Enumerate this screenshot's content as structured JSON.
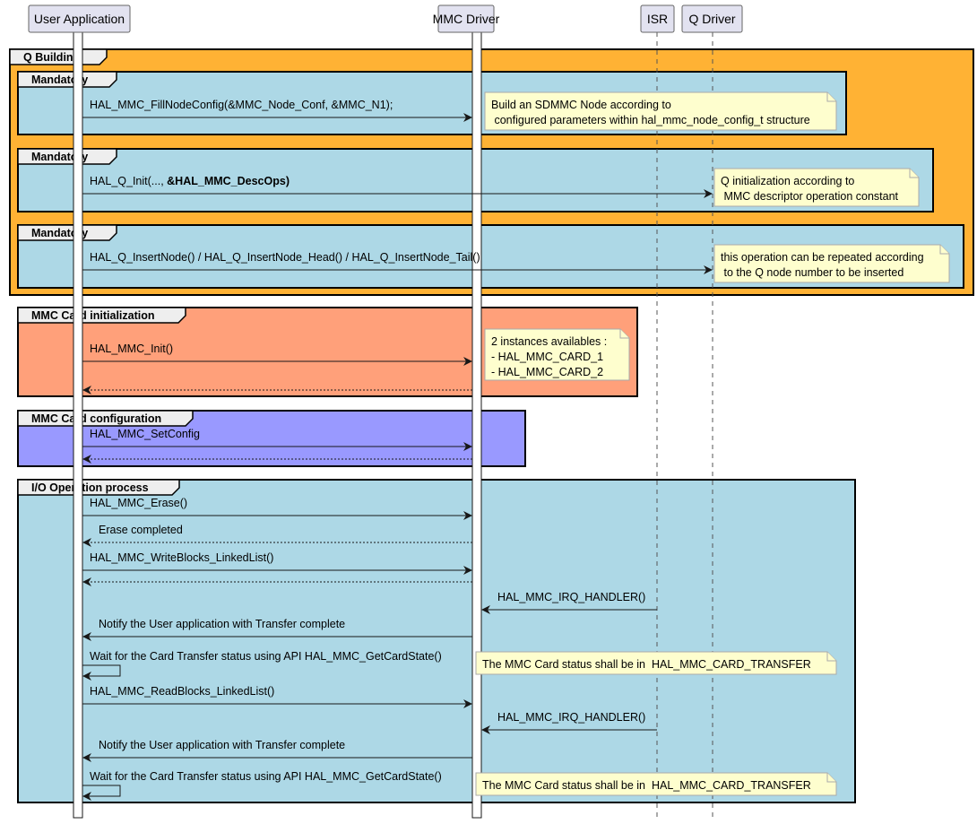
{
  "participants": [
    {
      "name": "User Application"
    },
    {
      "name": "MMC Driver"
    },
    {
      "name": "ISR"
    },
    {
      "name": "Q Driver"
    }
  ],
  "colors": {
    "participant_fill": "#e2e2f0",
    "participant_border": "#666666",
    "q_building": "#ffb234",
    "mandatory": "#add8e6",
    "mmc_init": "#ffa07a",
    "mmc_config": "#9999ff",
    "io_process": "#add8e6",
    "note_fill": "#fefece",
    "note_border": "#aaaaaa"
  },
  "frames": [
    {
      "id": "qb",
      "label": "Q Building",
      "color": "#ffb234"
    },
    {
      "id": "m1",
      "label": "Mandatory",
      "color": "#add8e6"
    },
    {
      "id": "m2",
      "label": "Mandatory",
      "color": "#add8e6"
    },
    {
      "id": "m3",
      "label": "Mandatory",
      "color": "#add8e6"
    },
    {
      "id": "init",
      "label": "MMC Card initialization",
      "color": "#ffa07a"
    },
    {
      "id": "conf",
      "label": "MMC Card configuration",
      "color": "#9999ff"
    },
    {
      "id": "io",
      "label": "I/O Operation process",
      "color": "#add8e6"
    }
  ],
  "messages": [
    {
      "id": "fillnode",
      "label": "HAL_MMC_FillNodeConfig(&MMC_Node_Conf, &MMC_N1);",
      "bold": "",
      "style": "solid"
    },
    {
      "id": "qinit",
      "label": "HAL_Q_Init(..., ",
      "bold": "&HAL_MMC_DescOps)",
      "style": "solid"
    },
    {
      "id": "insert",
      "label": "HAL_Q_InsertNode() / HAL_Q_InsertNode_Head() / HAL_Q_InsertNode_Tail()",
      "bold": "",
      "style": "solid"
    },
    {
      "id": "init",
      "label": "HAL_MMC_Init()",
      "bold": "",
      "style": "solid"
    },
    {
      "id": "init_ret",
      "label": "",
      "bold": "",
      "style": "dashed"
    },
    {
      "id": "setconfig",
      "label": "HAL_MMC_SetConfig",
      "bold": "",
      "style": "solid"
    },
    {
      "id": "setconfig_ret",
      "label": "",
      "bold": "",
      "style": "dashed"
    },
    {
      "id": "erase",
      "label": "HAL_MMC_Erase()",
      "bold": "",
      "style": "solid"
    },
    {
      "id": "erase_ret",
      "label": "Erase completed",
      "bold": "",
      "style": "dashed"
    },
    {
      "id": "write",
      "label": "HAL_MMC_WriteBlocks_LinkedList()",
      "bold": "",
      "style": "solid"
    },
    {
      "id": "write_ret",
      "label": "",
      "bold": "",
      "style": "dashed"
    },
    {
      "id": "irq1",
      "label": "HAL_MMC_IRQ_HANDLER()",
      "bold": "",
      "style": "solid"
    },
    {
      "id": "notify1",
      "label": "Notify the User application with Transfer complete",
      "bold": "",
      "style": "solid"
    },
    {
      "id": "wait1",
      "label": "Wait for the Card Transfer status using API HAL_MMC_GetCardState()",
      "bold": "",
      "style": "self"
    },
    {
      "id": "read",
      "label": "HAL_MMC_ReadBlocks_LinkedList()",
      "bold": "",
      "style": "solid"
    },
    {
      "id": "irq2",
      "label": "HAL_MMC_IRQ_HANDLER()",
      "bold": "",
      "style": "solid"
    },
    {
      "id": "notify2",
      "label": "Notify the User application with Transfer complete",
      "bold": "",
      "style": "solid"
    },
    {
      "id": "wait2",
      "label": "Wait for the Card Transfer status using API HAL_MMC_GetCardState()",
      "bold": "",
      "style": "self"
    }
  ],
  "notes": [
    {
      "id": "n_sdmmc",
      "lines": [
        "Build an SDMMC Node according to",
        " configured parameters within hal_mmc_node_config_t structure"
      ]
    },
    {
      "id": "n_qinit",
      "lines": [
        "Q initialization according to",
        " MMC descriptor operation constant"
      ]
    },
    {
      "id": "n_repeat",
      "lines": [
        "this operation can be repeated according",
        " to the Q node number to be inserted"
      ]
    },
    {
      "id": "n_inst",
      "lines": [
        "2 instances availables :",
        "- HAL_MMC_CARD_1",
        "- HAL_MMC_CARD_2"
      ]
    },
    {
      "id": "n_status1",
      "lines": [
        "The MMC Card status shall be in  HAL_MMC_CARD_TRANSFER"
      ]
    },
    {
      "id": "n_status2",
      "lines": [
        "The MMC Card status shall be in  HAL_MMC_CARD_TRANSFER"
      ]
    }
  ]
}
